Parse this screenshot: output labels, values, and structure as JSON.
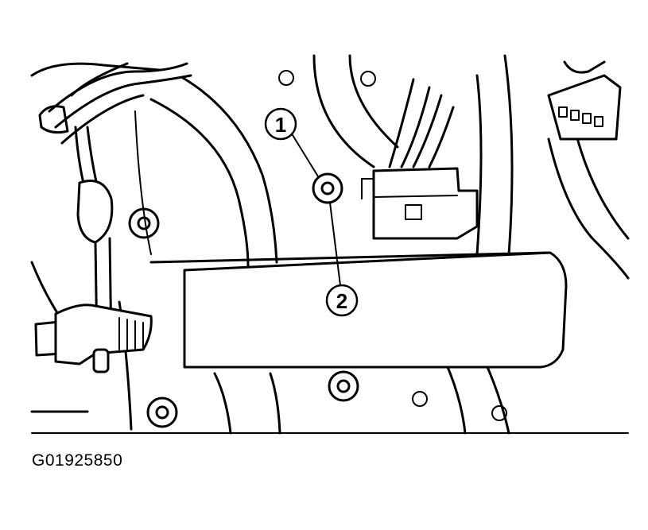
{
  "figure_id": "G01925850",
  "callouts": [
    {
      "label": "1"
    },
    {
      "label": "2"
    }
  ]
}
